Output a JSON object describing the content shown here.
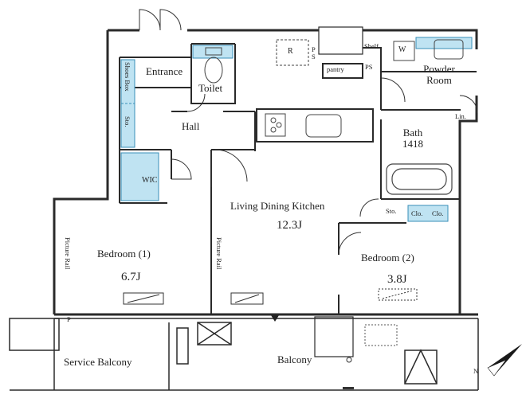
{
  "rooms": {
    "entrance": "Entrance",
    "shoes_box": "Shoes Box",
    "toilet": "Toilet",
    "hall": "Hall",
    "storage_hall": "Sto.",
    "wic": "WIC",
    "refrigerator_mark": "R",
    "ps_left": "P\nS",
    "pantry": "pantry",
    "ps_right": "PS",
    "shelf": "Shelf",
    "washer_mark": "W",
    "powder_room": "Powder\nRoom",
    "linen": "Lin.",
    "bath": "Bath\n1418",
    "ldk": "Living Dining Kitchen",
    "ldk_size": "12.3J",
    "storage_bed2": "Sto.",
    "closet_a": "Clo.",
    "closet_b": "Clo.",
    "bedroom1": "Bedroom (1)",
    "bedroom1_size": "6.7J",
    "picture_rail_1": "Picture Rail",
    "picture_rail_2": "Picture Rail",
    "bedroom2": "Bedroom (2)",
    "bedroom2_size": "3.8J",
    "service_balcony": "Service Balcony",
    "balcony": "Balcony",
    "p_mark": "P",
    "compass_n": "N"
  },
  "colors": {
    "wall": "#2a2a2a",
    "storage_fill": "#bfe3f2",
    "storage_edge": "#3a8fb8"
  }
}
